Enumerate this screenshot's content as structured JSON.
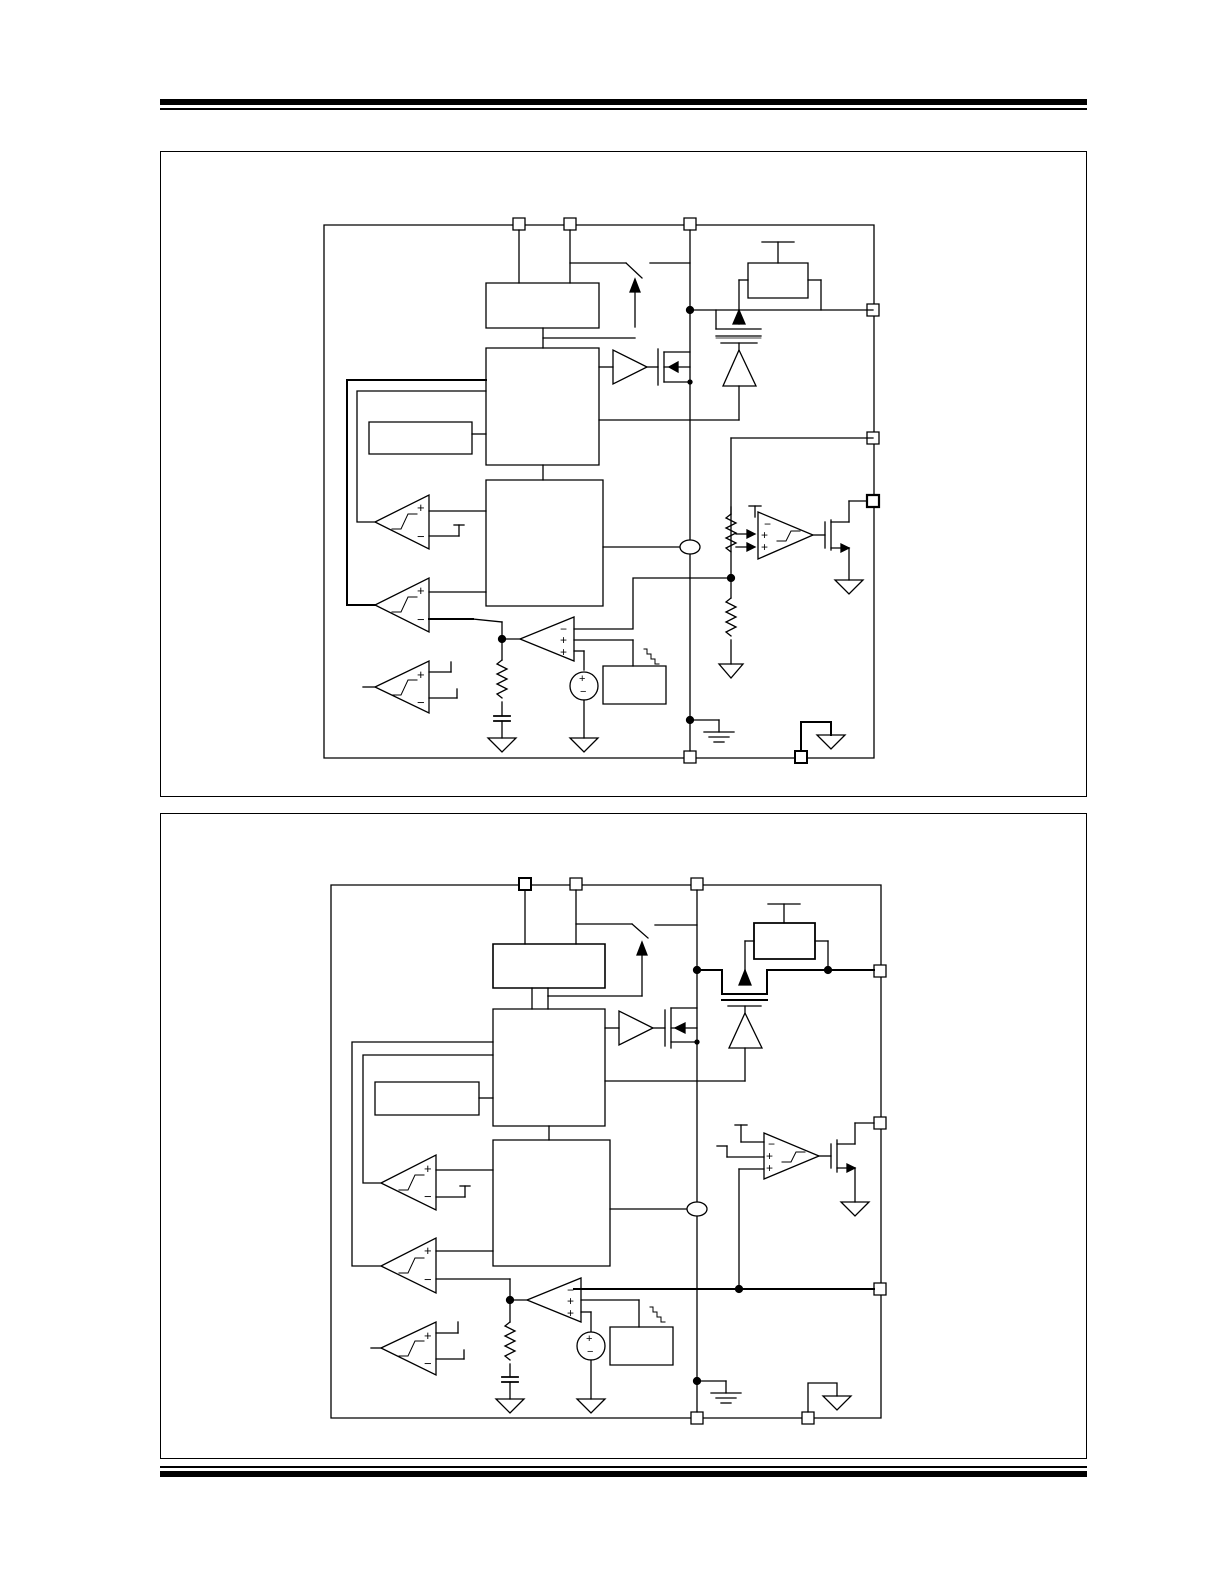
{
  "page": {
    "background": "#ffffff",
    "ink": "#000000"
  },
  "figures": [
    {
      "id": "block-diagram-1",
      "blocks": 8,
      "comparators": 4,
      "pins": 8
    },
    {
      "id": "block-diagram-2",
      "blocks": 8,
      "comparators": 4,
      "pins": 8
    }
  ]
}
